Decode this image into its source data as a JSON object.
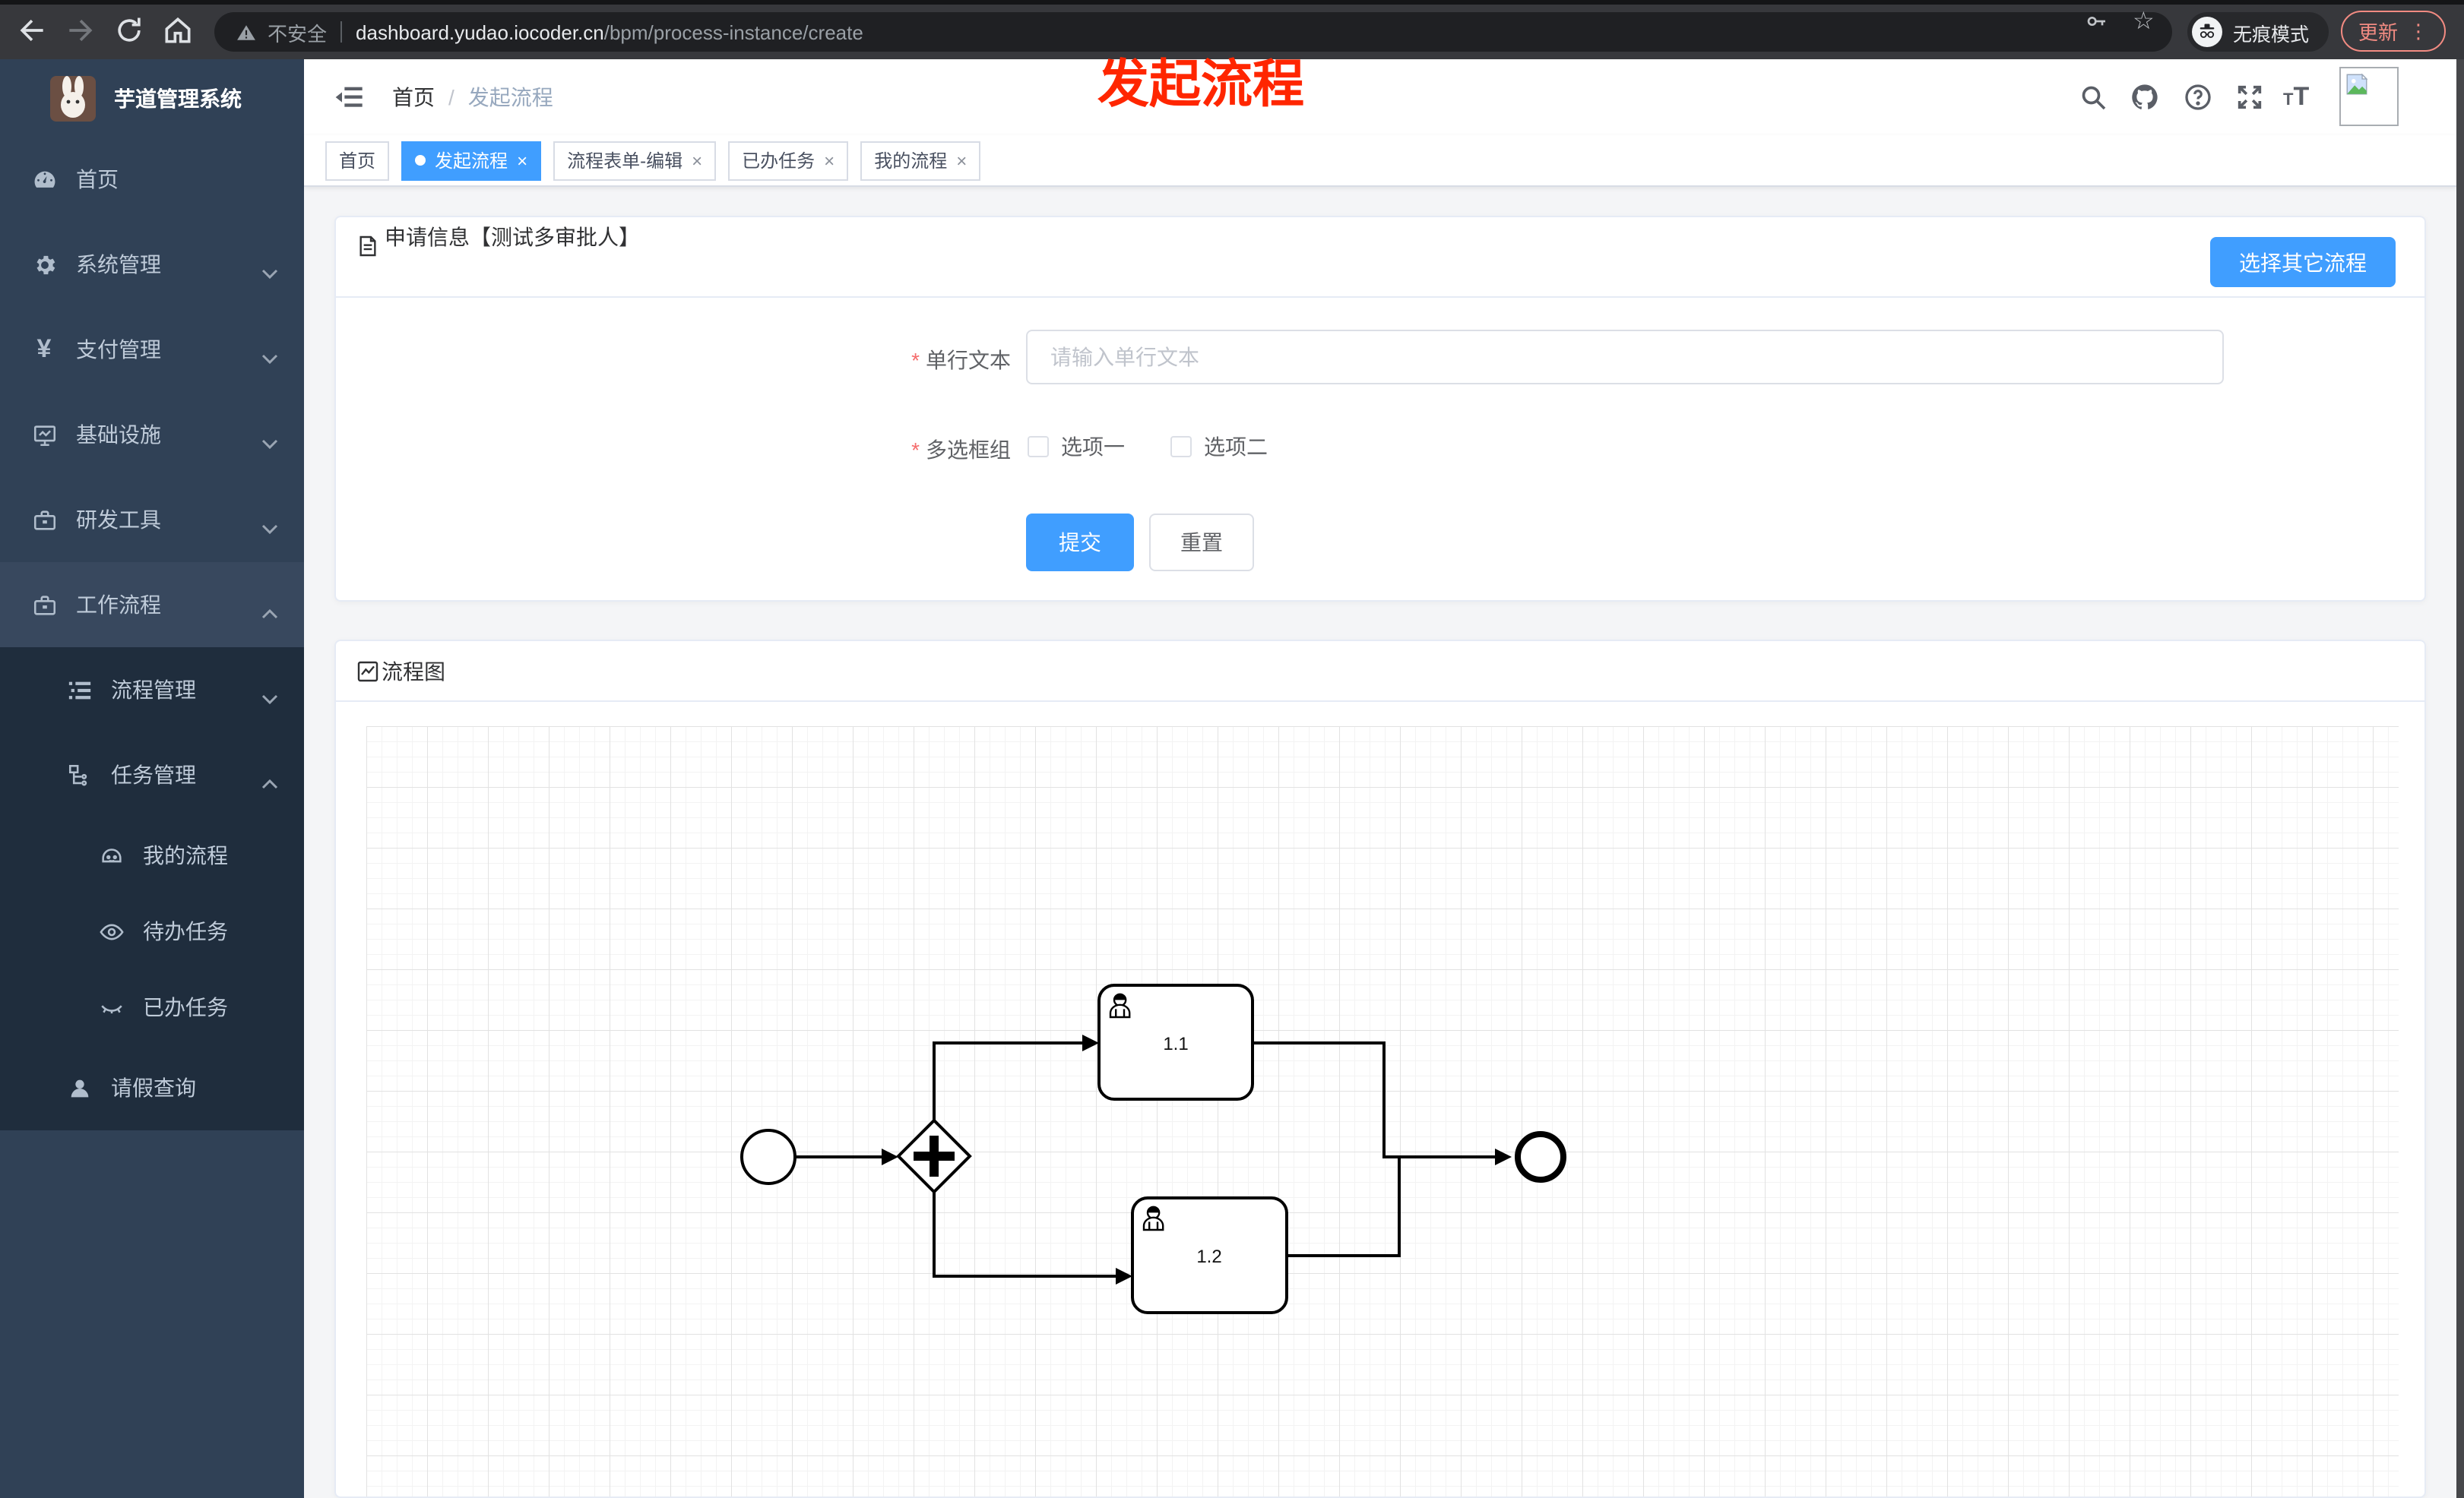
{
  "browser": {
    "security_label": "不安全",
    "url_host": "dashboard.yudao.iocoder.cn",
    "url_path": "/bpm/process-instance/create",
    "incognito_label": "无痕模式",
    "update_label": "更新",
    "menu_dots": "⋮",
    "star": "☆"
  },
  "sidebar": {
    "title": "芋道管理系统",
    "items": {
      "home": "首页",
      "system": "系统管理",
      "pay": "支付管理",
      "infra": "基础设施",
      "dev": "研发工具",
      "workflow": "工作流程",
      "process_mgmt": "流程管理",
      "task_mgmt": "任务管理",
      "my_process": "我的流程",
      "todo_task": "待办任务",
      "done_task": "已办任务",
      "leave_query": "请假查询"
    }
  },
  "header": {
    "breadcrumb_home": "首页",
    "breadcrumb_sep": "/",
    "breadcrumb_current": "发起流程",
    "annotation": "发起流程"
  },
  "tags": {
    "home": "首页",
    "start_process": "发起流程",
    "form_edit": "流程表单-编辑",
    "done_task": "已办任务",
    "my_process": "我的流程",
    "close": "×"
  },
  "form_card": {
    "title": "申请信息【测试多审批人】",
    "switch_button": "选择其它流程",
    "required_mark": "*",
    "text_label": "单行文本",
    "text_placeholder": "请输入单行文本",
    "checkbox_label": "多选框组",
    "option1": "选项一",
    "option2": "选项二",
    "submit": "提交",
    "reset": "重置"
  },
  "diagram_card": {
    "title": "流程图",
    "chart_data": {
      "type": "bpmn-flow",
      "nodes": [
        {
          "id": "start",
          "type": "start-event"
        },
        {
          "id": "gateway",
          "type": "parallel-gateway"
        },
        {
          "id": "task1",
          "type": "user-task",
          "label": "1.1"
        },
        {
          "id": "task2",
          "type": "user-task",
          "label": "1.2"
        },
        {
          "id": "end",
          "type": "end-event"
        }
      ],
      "edges": [
        [
          "start",
          "gateway"
        ],
        [
          "gateway",
          "task1"
        ],
        [
          "gateway",
          "task2"
        ],
        [
          "task1",
          "end"
        ],
        [
          "task2",
          "end"
        ]
      ]
    }
  },
  "colors": {
    "accent": "#409eff",
    "annotation": "#ff2600",
    "sidebar_bg": "#304156",
    "submenu_bg": "#1f2d3d"
  }
}
